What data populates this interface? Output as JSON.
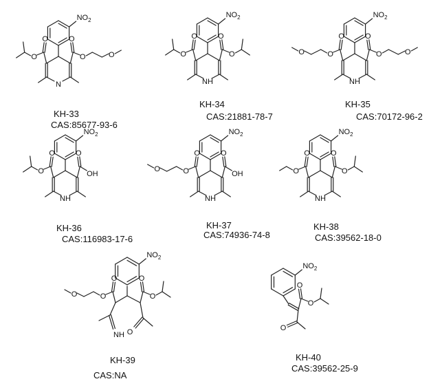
{
  "compounds": [
    {
      "id": "KH-33",
      "cas": "CAS:85677-93-6"
    },
    {
      "id": "KH-34",
      "cas": "CAS:21881-78-7"
    },
    {
      "id": "KH-35",
      "cas": "CAS:70172-96-2"
    },
    {
      "id": "KH-36",
      "cas": "CAS:116983-17-6"
    },
    {
      "id": "KH-37",
      "cas": "CAS:74936-74-8"
    },
    {
      "id": "KH-38",
      "cas": "CAS:39562-18-0"
    },
    {
      "id": "KH-39",
      "cas": "CAS:NA"
    },
    {
      "id": "KH-40",
      "cas": "CAS:39562-25-9"
    }
  ],
  "atoms": {
    "nitro_n": "NO",
    "nitro_sub": "2",
    "nh": "NH",
    "pyridine_n": "N",
    "n_hydrogen": "H",
    "oxygen": "O",
    "hydroxyl": "OH"
  }
}
